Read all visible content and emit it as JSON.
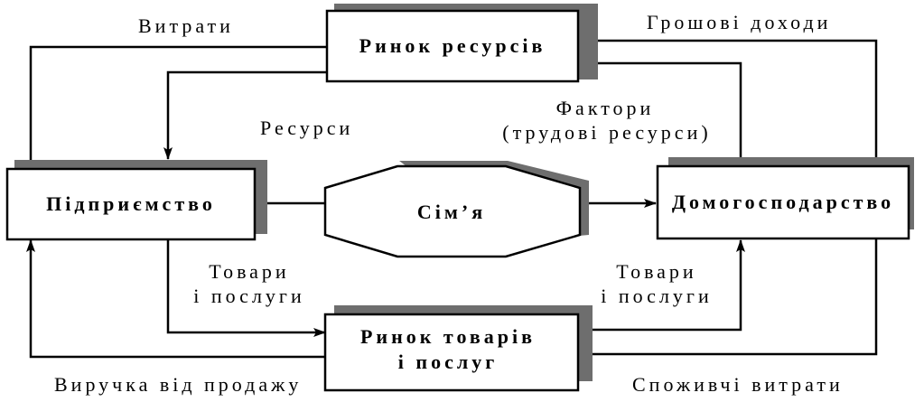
{
  "nodes": {
    "resource_market": "Ринок ресурсів",
    "enterprise": "Підприємство",
    "family": "Сім’я",
    "household": "Домогосподарство",
    "goods_market_line1": "Ринок товарів",
    "goods_market_line2": "і послуг"
  },
  "labels": {
    "expenses": "Витрати",
    "money_income": "Грошові доходи",
    "resources": "Ресурси",
    "factors_line1": "Фактори",
    "factors_line2": "(трудові ресурси)",
    "goods_left_line1": "Товари",
    "goods_left_line2": "і послуги",
    "goods_right_line1": "Товари",
    "goods_right_line2": "і послуги",
    "revenue": "Виручка від продажу",
    "consumer_spending": "Споживчі витрати"
  },
  "colors": {
    "shadow": "#6e6e6e",
    "stroke": "#000000",
    "box_fill": "#ffffff"
  }
}
